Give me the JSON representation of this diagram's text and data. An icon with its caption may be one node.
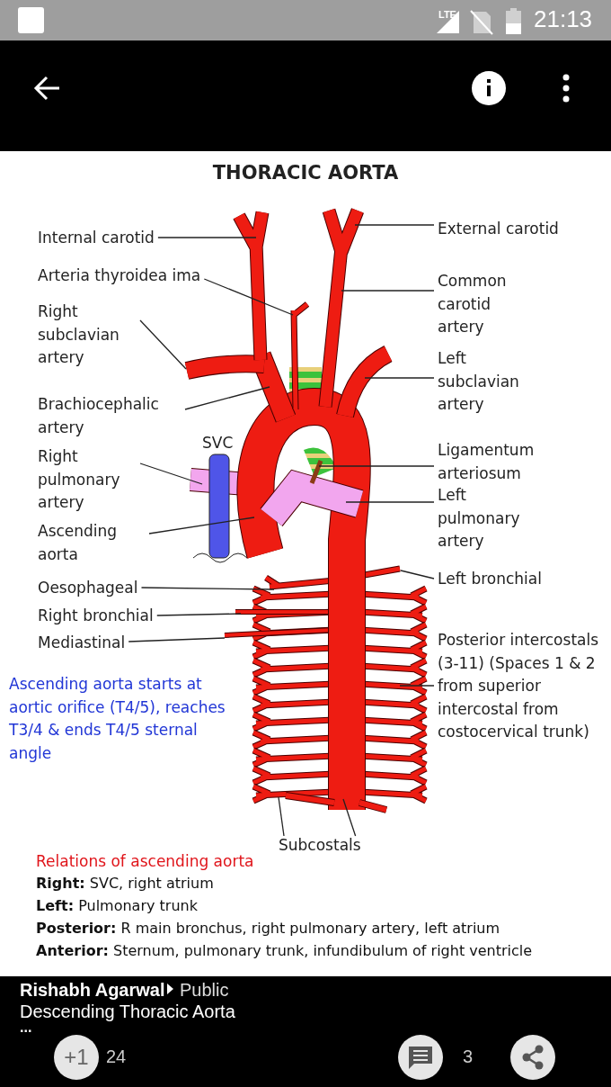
{
  "diagram": {
    "title": "THORACIC AORTA",
    "nodes": [
      {
        "text": [
          "Internal carotid"
        ]
      },
      {
        "text": [
          "Arteria thyroidea ima"
        ]
      },
      {
        "text": [
          "Right subclavian artery"
        ]
      },
      {
        "text": [
          "Brachiocephalic artery"
        ]
      },
      {
        "text": [
          "Right pulmonary artery"
        ]
      },
      {
        "text": [
          "Ascending aorta"
        ]
      },
      {
        "text": [
          "Oesophageal"
        ]
      },
      {
        "text": [
          "Right bronchial"
        ]
      },
      {
        "text": [
          "Mediastinal"
        ]
      },
      {
        "text": [
          "External carotid"
        ]
      },
      {
        "text": [
          "Common carotid artery"
        ]
      },
      {
        "text": [
          "Left subclavian artery"
        ]
      },
      {
        "text": [
          "Ligamentum arteriosum"
        ]
      },
      {
        "text": [
          "Left pulmonary artery"
        ]
      },
      {
        "text": [
          "Left bronchial"
        ]
      },
      {
        "text": [
          "Posterior intercostals (3-11) (Spaces 1 & 2 from superior intercostal from costocervical trunk)"
        ]
      },
      {
        "text": [
          "Subcostals"
        ]
      }
    ],
    "edges": [
      {
        "from": 0,
        "to": null,
        "arrow": "none"
      },
      {
        "from": 1,
        "to": null,
        "arrow": "none"
      },
      {
        "from": 2,
        "to": null,
        "arrow": "none"
      },
      {
        "from": 3,
        "to": null,
        "arrow": "none"
      },
      {
        "from": 4,
        "to": null,
        "arrow": "none"
      },
      {
        "from": 5,
        "to": null,
        "arrow": "none"
      },
      {
        "from": 6,
        "to": null,
        "arrow": "none"
      },
      {
        "from": 7,
        "to": null,
        "arrow": "none"
      },
      {
        "from": 8,
        "to": null,
        "arrow": "none"
      },
      {
        "from": 9,
        "to": null,
        "arrow": "none"
      },
      {
        "from": 10,
        "to": null,
        "arrow": "none"
      },
      {
        "from": 11,
        "to": null,
        "arrow": "none"
      },
      {
        "from": 12,
        "to": null,
        "arrow": "none"
      },
      {
        "from": 13,
        "to": null,
        "arrow": "none"
      },
      {
        "from": 14,
        "to": null,
        "arrow": "none"
      },
      {
        "from": 15,
        "to": null,
        "arrow": "none"
      },
      {
        "from": 16,
        "to": null,
        "arrow": "none"
      },
      {
        "from": 16,
        "to": null,
        "arrow": "none"
      }
    ],
    "labels": [
      "LTE",
      "21:13",
      "SVC",
      "Ascending aorta starts at aortic orifice (T4/5), reaches T3/4 & ends T4/5 sternal angle",
      "Relations of ascending aorta",
      "**Right:** SVC, right atrium",
      "**Left:** Pulmonary trunk",
      "**Posterior:** R main bronchus, right pulmonary artery, left atrium",
      "**Anterior:** Sternum, pulmonary trunk, infundibulum of right ventricle",
      "Rishabh Agarwal",
      "Public",
      "Descending Thoracic Aorta",
      "...",
      "+1",
      "24",
      "3"
    ]
  }
}
